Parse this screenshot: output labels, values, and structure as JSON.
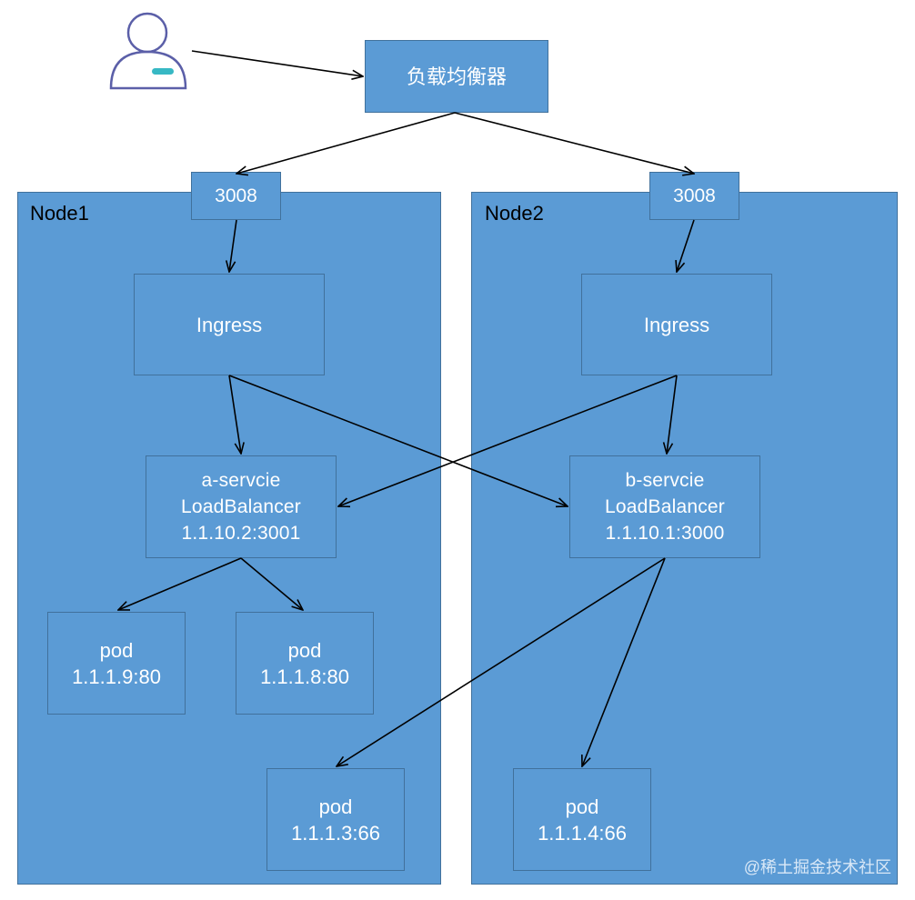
{
  "load_balancer": {
    "label": "负载均衡器"
  },
  "node1": {
    "label": "Node1",
    "port": "3008",
    "ingress": "Ingress",
    "service": {
      "name": "a-servcie",
      "type": "LoadBalancer",
      "address": "1.1.10.2:3001"
    },
    "pods": [
      {
        "label": "pod",
        "address": "1.1.1.9:80"
      },
      {
        "label": "pod",
        "address": "1.1.1.8:80"
      },
      {
        "label": "pod",
        "address": "1.1.1.3:66"
      }
    ]
  },
  "node2": {
    "label": "Node2",
    "port": "3008",
    "ingress": "Ingress",
    "service": {
      "name": "b-servcie",
      "type": "LoadBalancer",
      "address": "1.1.10.1:3000"
    },
    "pods": [
      {
        "label": "pod",
        "address": "1.1.1.4:66"
      }
    ]
  },
  "watermark": "@稀土掘金技术社区",
  "colors": {
    "box_fill": "#5b9bd5",
    "box_border": "#41719c",
    "user_icon_stroke": "#5b5fa8",
    "user_badge": "#37b8c4"
  },
  "icons": {
    "user": "user-icon"
  }
}
